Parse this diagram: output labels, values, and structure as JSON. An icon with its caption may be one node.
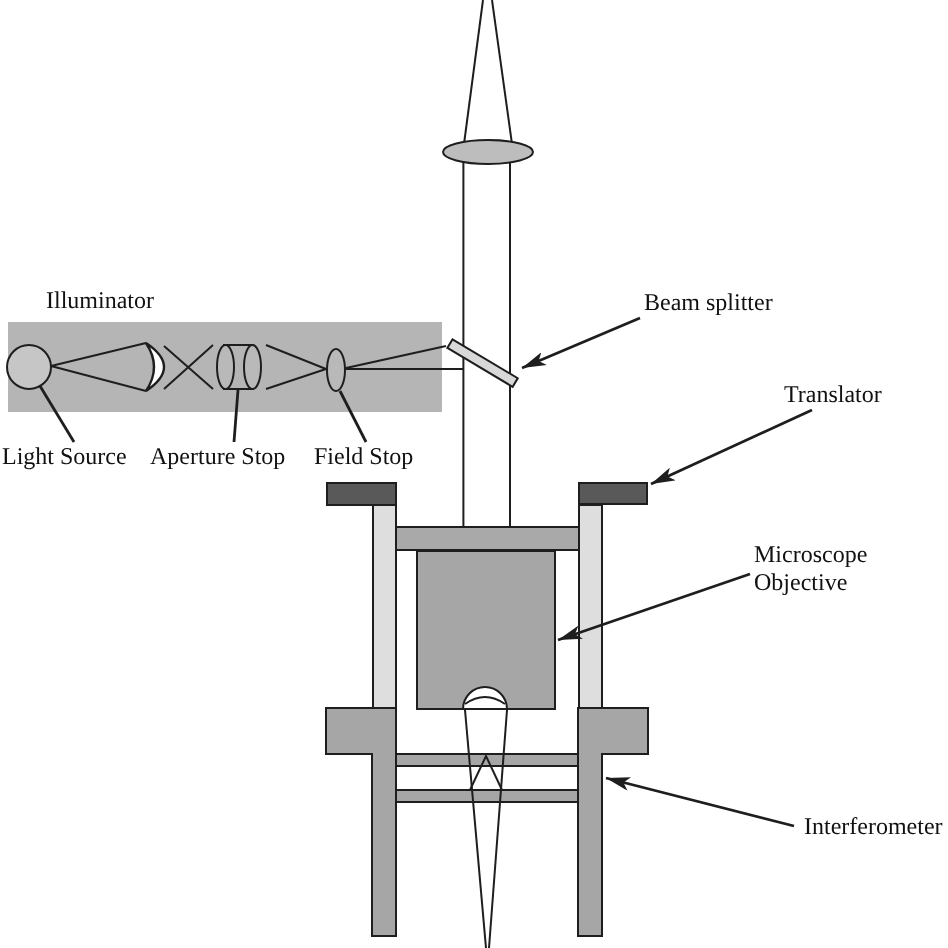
{
  "diagram": {
    "nodes": [
      {
        "text": [
          "Illuminator"
        ]
      },
      {
        "text": [],
        "shape": "circle",
        "in": 0
      },
      {
        "text": [],
        "shape": "ellipse",
        "in": 0
      },
      {
        "text": [],
        "shape": "ellipse",
        "in": 0
      },
      {
        "text": [
          "Light Source"
        ]
      },
      {
        "text": [
          "Aperture Stop"
        ]
      },
      {
        "text": [
          "Field Stop"
        ]
      },
      {
        "text": [],
        "shape": "bar"
      },
      {
        "text": [
          "Beam splitter"
        ]
      },
      {
        "text": [
          "Translator"
        ]
      },
      {
        "text": [],
        "shape": "bar"
      },
      {
        "text": [
          "Microscope Objective"
        ]
      },
      {
        "text": [],
        "shape": "box"
      },
      {
        "text": [
          "Interferometer"
        ]
      },
      {
        "text": [],
        "shape": "frame"
      }
    ],
    "edges": [
      {
        "from": 4,
        "to": 1,
        "arrow": "none"
      },
      {
        "from": 5,
        "to": 2,
        "arrow": "none"
      },
      {
        "from": 6,
        "to": 3,
        "arrow": "none"
      },
      {
        "from": 8,
        "to": 7,
        "arrow": "to"
      },
      {
        "from": 9,
        "to": 10,
        "arrow": "to"
      },
      {
        "from": 11,
        "to": 12,
        "arrow": "to"
      },
      {
        "from": 13,
        "to": 14,
        "arrow": "to"
      }
    ]
  }
}
